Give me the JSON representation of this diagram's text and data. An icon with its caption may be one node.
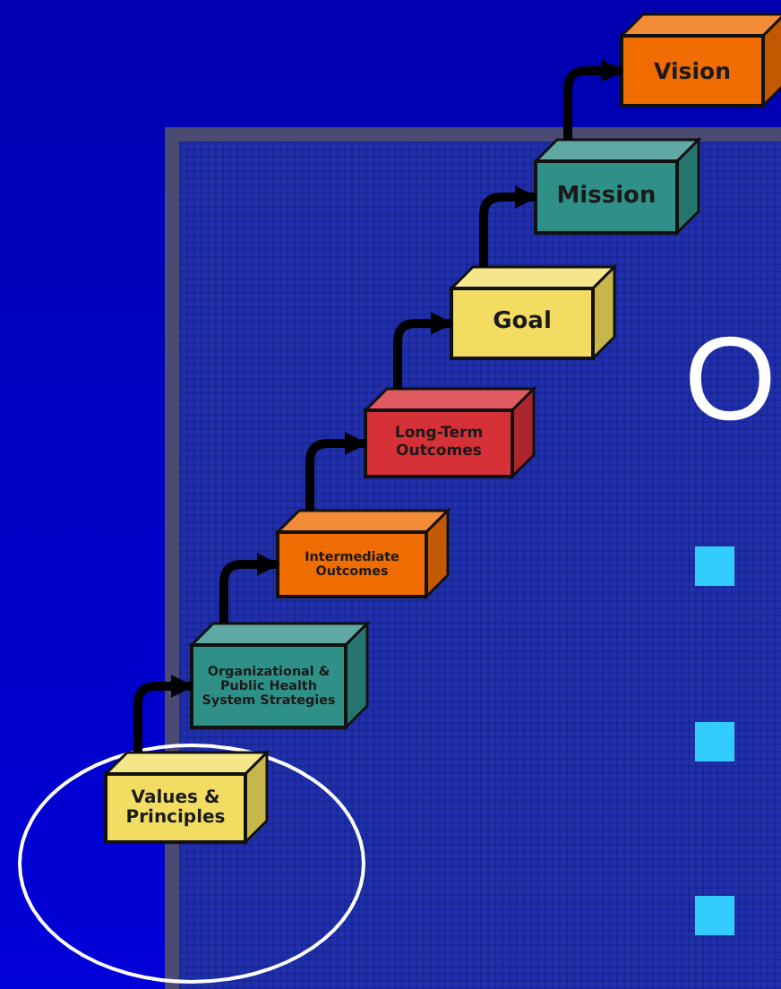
{
  "diagram": {
    "nodes": [
      {
        "text": [
          "Values & Principles"
        ]
      },
      {
        "text": [
          "Organizational & Public Health System Strategies"
        ]
      },
      {
        "text": [
          "Intermediate Outcomes"
        ]
      },
      {
        "text": [
          "Long-Term Outcomes"
        ]
      },
      {
        "text": [
          "Goal"
        ]
      },
      {
        "text": [
          "Mission"
        ]
      },
      {
        "text": [
          "Vision"
        ]
      }
    ],
    "edges": [
      {
        "from": 0,
        "to": 1,
        "arrow": "to"
      },
      {
        "from": 1,
        "to": 2,
        "arrow": "to"
      },
      {
        "from": 2,
        "to": 3,
        "arrow": "to"
      },
      {
        "from": 3,
        "to": 4,
        "arrow": "to"
      },
      {
        "from": 4,
        "to": 5,
        "arrow": "to"
      },
      {
        "from": 5,
        "to": 6,
        "arrow": "to"
      }
    ],
    "labels": [
      "O"
    ]
  }
}
